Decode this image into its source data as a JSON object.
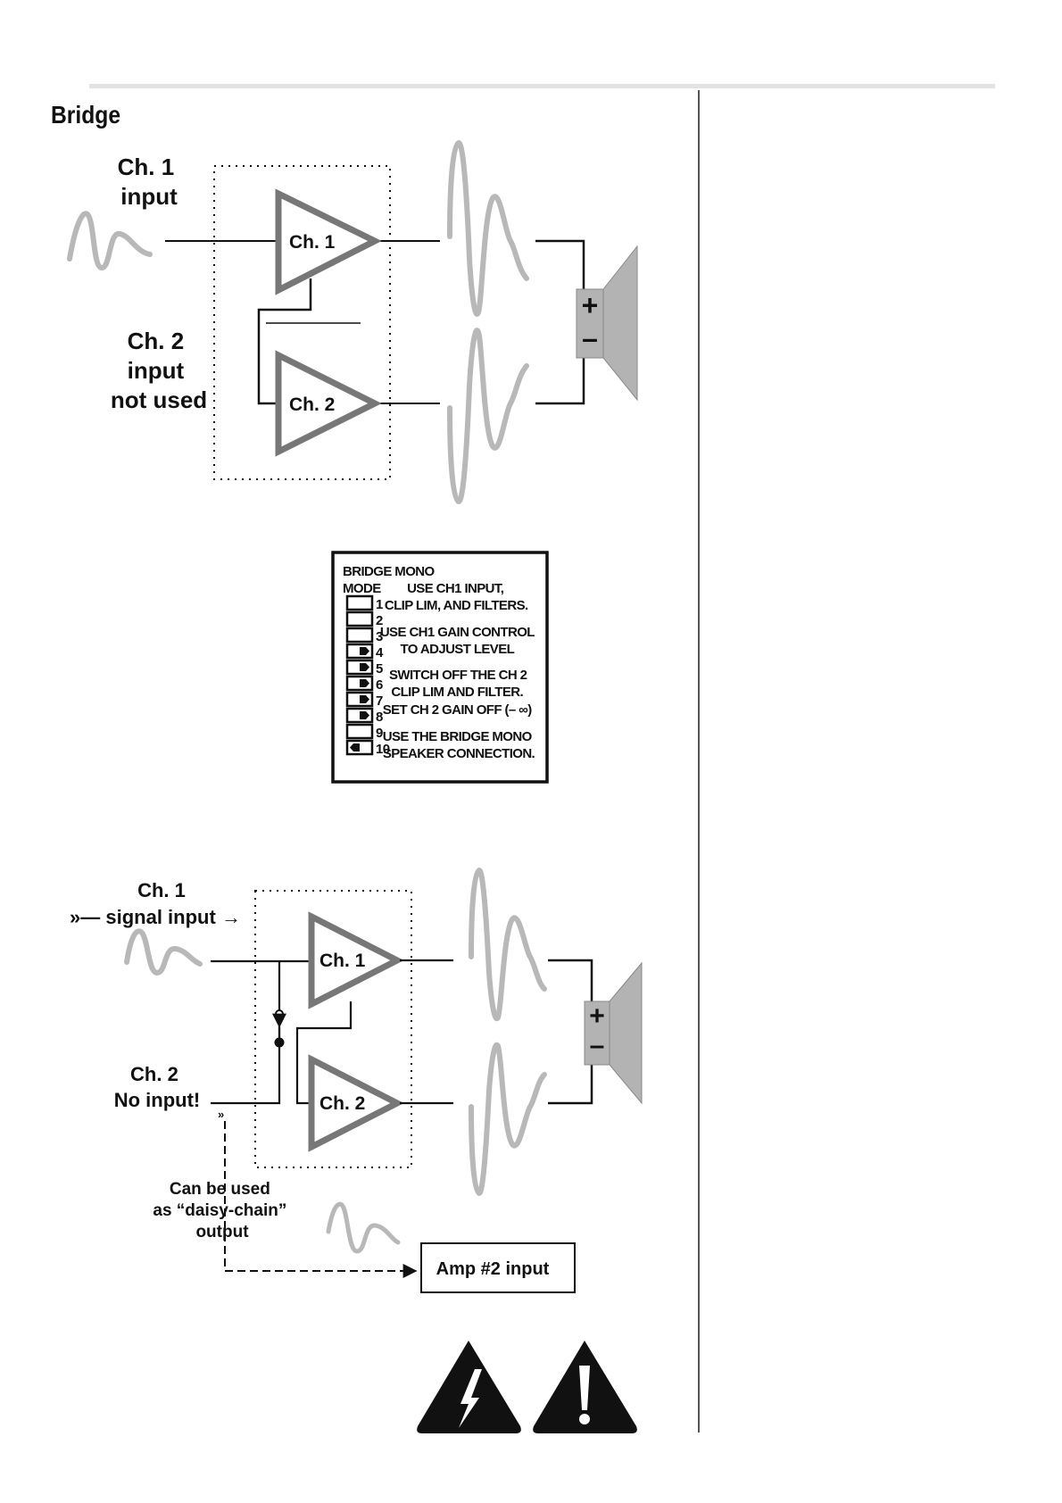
{
  "page": {
    "section_title": "Bridge"
  },
  "diagram1": {
    "ch1_input_label": [
      "Ch. 1",
      "input"
    ],
    "ch2_input_label": [
      "Ch. 2",
      "input",
      "not used"
    ],
    "amp1_label": "Ch. 1",
    "amp2_label": "Ch. 2",
    "plus_symbol": "+",
    "minus_symbol": "–"
  },
  "switch_panel": {
    "title": "BRIDGE MONO",
    "mode_label": "MODE",
    "switch_numbers": [
      "1",
      "2",
      "3",
      "4",
      "5",
      "6",
      "7",
      "8",
      "9",
      "10"
    ],
    "switch_states": [
      "off",
      "off",
      "off",
      "on",
      "on",
      "on",
      "on",
      "on",
      "off",
      "left"
    ],
    "instructions": [
      "USE CH1 INPUT,",
      "CLIP LIM, AND FILTERS.",
      "USE CH1 GAIN CONTROL",
      "TO ADJUST LEVEL",
      "SWITCH OFF THE CH 2",
      "CLIP LIM AND FILTER.",
      "SET CH 2 GAIN OFF (– ∞)",
      "USE THE BRIDGE MONO",
      "SPEAKER CONNECTION."
    ]
  },
  "diagram2": {
    "ch1_label": [
      "Ch. 1",
      "signal input"
    ],
    "ch1_arrow_left": "»—",
    "ch1_arrow_right": "→",
    "ch2_label": [
      "Ch. 2",
      "No input!"
    ],
    "amp1_label": "Ch. 1",
    "amp2_label": "Ch. 2",
    "plus_symbol": "+",
    "minus_symbol": "–",
    "daisy_chain_label": [
      "Can be used",
      "as “daisy-chain”",
      "output"
    ],
    "amp2_input_box": "Amp #2 input"
  },
  "warning_icons": [
    "lightning-bolt-warning-icon",
    "exclamation-warning-icon"
  ],
  "colors": {
    "amp_outline": "#777777",
    "waveform": "#b8b8b8",
    "speaker_fill": "#b3b3b3",
    "line": "#111111"
  }
}
